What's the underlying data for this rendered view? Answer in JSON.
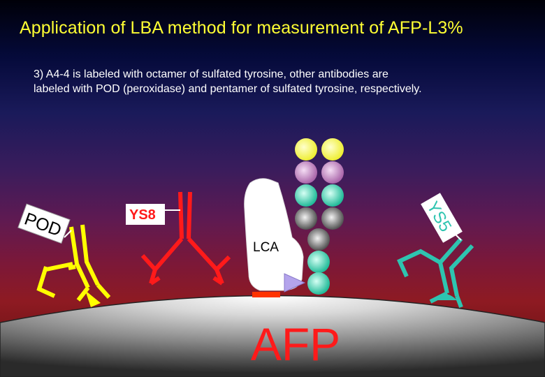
{
  "title": "Application of LBA method for measurement of AFP-L3%",
  "description_line1": "3) A4-4 is labeled with octamer of sulfated tyrosine, other antibodies are",
  "description_line2": "labeled with POD (peroxidase) and pentamer of sulfated tyrosine, respectively.",
  "labels": {
    "pod": "POD",
    "ys8": "YS8",
    "ys5": "YS5",
    "lca": "LCA",
    "afp": "AFP"
  },
  "colors": {
    "title": "#ffff33",
    "pod_antibody": "#ffff00",
    "ys8_antibody": "#ff1a1a",
    "ys5_antibody": "#2ec4b0",
    "afp_text": "#ff1a1a",
    "lca_lectin": "#ffffff",
    "glycan_yellow": "#ffff66",
    "glycan_purple": "#cc99cc",
    "glycan_teal": "#33ccaa",
    "glycan_dark": "#888888",
    "triangle": "#b0a0e8",
    "surface": "#e6e6e6"
  },
  "icons": [
    "pod-antibody",
    "ys8-antibody",
    "ys5-antibody",
    "lca-lectin",
    "glycan-chain",
    "afp-surface"
  ]
}
